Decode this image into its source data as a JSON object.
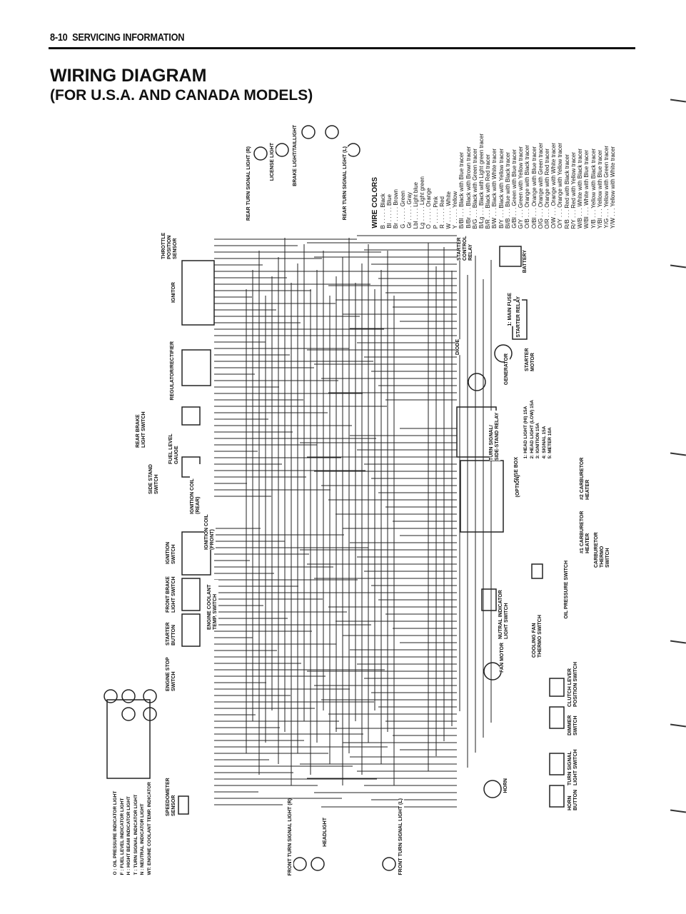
{
  "header": {
    "page": "8-10",
    "section": "SERVICING INFORMATION"
  },
  "title": "WIRING DIAGRAM",
  "subtitle": "(FOR U.S.A. AND CANADA MODELS)",
  "components": [
    "THROTTLE POSITION SENSOR",
    "IGNITOR",
    "REGULATOR/RECTIFIER",
    "REAR BRAKE LIGHT SWITCH",
    "FUEL LEVEL GAUGE",
    "SIDE STAND SWITCH",
    "IGNITION COIL (REAR)",
    "IGNITION COIL (FRONT)",
    "IGNITION SWITCH",
    "FRONT BRAKE LIGHT SWITCH",
    "ENGINE COOLANT TEMP. SWITCH",
    "STARTER BUTTON",
    "ENGINE STOP SWITCH",
    "SPEEDOMETER SENSOR",
    "REAR TURN SIGNAL LIGHT (R)",
    "LICENSE LIGHT",
    "BRAKE LIGHT/TAILLIGHT",
    "REAR TURN SIGNAL LIGHT (L)",
    "STARTER CONTROL RELAY",
    "BATTERY",
    "1: MAIN FUSE",
    "STARTER RELAY",
    "DIODE",
    "STARTER MOTOR",
    "GENERATOR",
    "TURN SIGNAL/ SIDE-STAND RELAY",
    "FUSE BOX",
    "(OPTION)",
    "#2 CARBURETOR HEATER",
    "#1 CARBURETOR HEATER",
    "CARBURETOR THERMO SWITCH",
    "OIL PRESSURE SWITCH",
    "NUTRAL INDICATOR LIGHT SWITCH",
    "COOLING FAN THERMO SWITCH",
    "FAN MOTOR",
    "CLUTCH LEVER POSITION SWITCH",
    "DIMMER SWITCH",
    "TURN SIGNAL LIGHT SWITCH",
    "HORN",
    "HORN BUTTON",
    "FRONT TURN SIGNAL LIGHT (R)",
    "HEADLIGHT",
    "FRONT TURN SIGNAL LIGHT (L)"
  ],
  "wire_colors": {
    "title": "WIRE COLORS",
    "items": [
      "B . . . . . Black",
      "Bl . . . . . Blue",
      "Br . . . . . Brown",
      "G . . . . . Green",
      "Gr . . . . . Gray",
      "Lbl . . . . Light blue",
      "Lg . . . . . Light green",
      "O . . . . . Orange",
      "P . . . . . Pink",
      "R . . . . . Red",
      "W . . . . . White",
      "Y . . . . . Yellow",
      "B/Bl . . . Black with Blue tracer",
      "B/Br . . . Black with Brown tracer",
      "B/G . . . Black with Green tracer",
      "B/Lg . . . Black with Light green tracer",
      "B/R . . . Black with Red tracer",
      "B/W . . . Black with White tracer",
      "B/Y . . . Black with Yellow tracer",
      "Bl/B . . . Blue with Black tracer",
      "G/Bl . . . Green with Blue tracer",
      "G/Y . . . Green with Yellow tracer",
      "O/B . . . Orange with Black tracer",
      "O/Bl . . . Orange with Blue tracer",
      "O/G . . . Orange with Green tracer",
      "O/R . . . Orange with Red tracer",
      "O/W . . . Orange with White tracer",
      "O/Y . . . Orange with Yellow tracer",
      "R/B . . . Red with Black tracer",
      "R/Y . . . Red with Yellow tracer",
      "W/B . . . White with Black tracer",
      "W/Bl . . . White with Blue tracer",
      "Y/B . . . Yellow with Black tracer",
      "Y/Bl . . . Yellow with Blue tracer",
      "Y/G . . . Yellow with Green tracer",
      "Y/W . . . Yellow with White tracer"
    ]
  },
  "fuses": [
    "1: HEAD LIGHT (HI)   15A",
    "2: HEAD LIGHT (LOW)   15A",
    "3: IGNITION   15A",
    "4: SIGNAL   15A",
    "5: METER   10A"
  ],
  "indicators": [
    "O : OIL PRESSURE INDICATOR LIGHT",
    "F : FUEL LEVEL INDICATOR LIGHT",
    "H : HIGHT BEAM INDICATOR LIGHT",
    "T : TURN SIGNAL INDICATOR LIGHT",
    "N : NEUTRAL INDICATOR LIGHT",
    "WT: ENGINE COOLANT TEMP. INDICATOR"
  ]
}
